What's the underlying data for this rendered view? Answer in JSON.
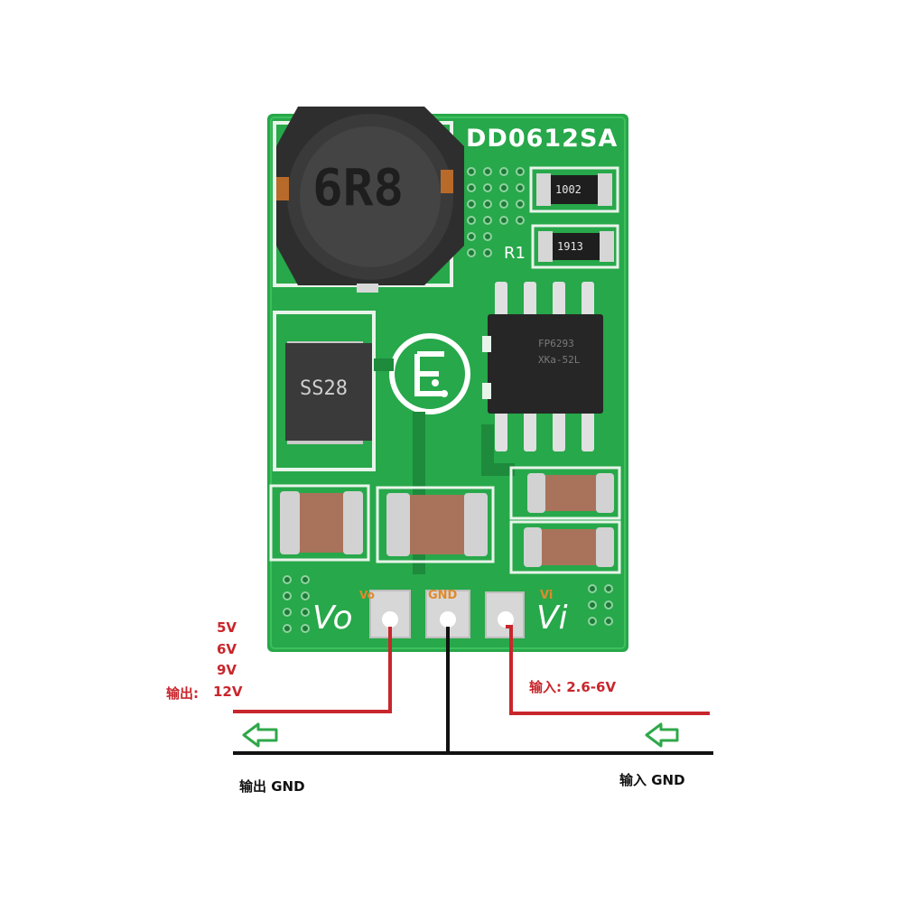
{
  "board": {
    "model": "DD0612SA",
    "inductor_marking": "6R8",
    "diode_marking": "SS28",
    "resistor1_marking": "1002",
    "resistor2_marking": "1913",
    "resistor_designator": "R1",
    "ic_marking_line1": "FP6293",
    "ic_marking_line2": "XKa-52L",
    "silk_vo": "Vo",
    "silk_vi": "Vi"
  },
  "pins": {
    "vo": "Vo",
    "gnd": "GND",
    "vi": "Vi"
  },
  "labels": {
    "output_voltages": [
      "5V",
      "6V",
      "9V"
    ],
    "output_prefix": "输出:",
    "output_last": "12V",
    "input": "输入: 2.6-6V",
    "output_gnd": "输出 GND",
    "input_gnd": "输入 GND"
  },
  "colors": {
    "pcb_green": "#27a84a",
    "wire_red": "#c8262c",
    "wire_black": "#111111",
    "arrow_green": "#2fa84a",
    "pin_label": "#e08a2c"
  }
}
